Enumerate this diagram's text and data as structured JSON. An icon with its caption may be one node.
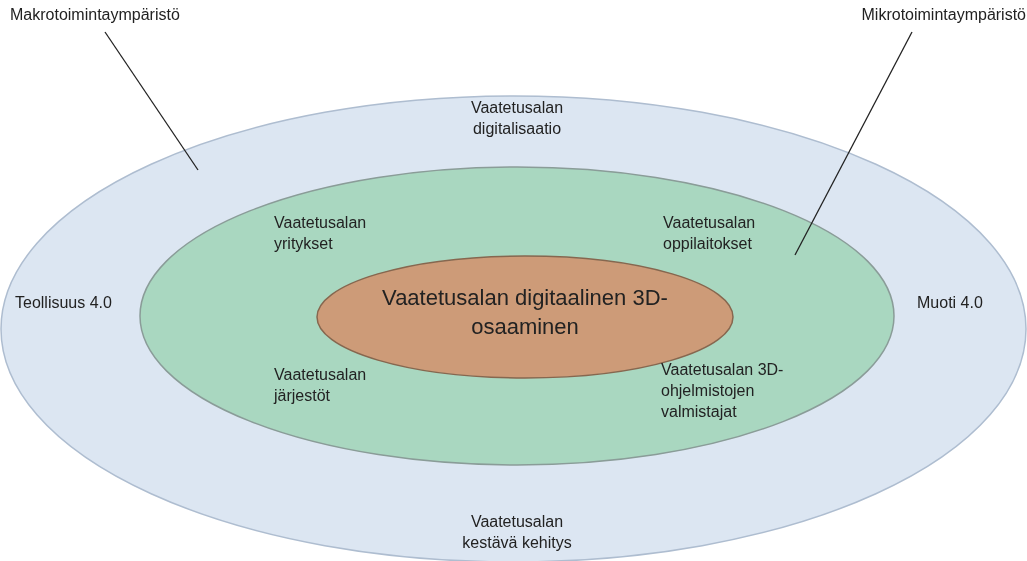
{
  "diagram": {
    "nodes": [
      {
        "text": [
          "Makrotoimintaympäristö"
        ]
      },
      {
        "text": [
          "Mikrotoimintaympäristö"
        ]
      },
      {
        "text": [
          "Vaatetusalan digitalisaatio",
          "Teollisuus 4.0",
          "Muoti 4.0",
          "Vaatetusalan kestävä kehitys"
        ]
      },
      {
        "text": [
          "Vaatetusalan yritykset",
          "Vaatetusalan oppilaitokset",
          "Vaatetusalan järjestöt",
          "Vaatetusalan 3D-ohjelmistojen valmistajat"
        ],
        "in": 2
      },
      {
        "text": [
          "Vaatetusalan digitaalinen 3D-osaaminen"
        ],
        "in": 3
      }
    ],
    "edges": [
      {
        "from": 0,
        "to": 2,
        "arrow": "none"
      },
      {
        "from": 1,
        "to": 3,
        "arrow": "none"
      }
    ]
  }
}
